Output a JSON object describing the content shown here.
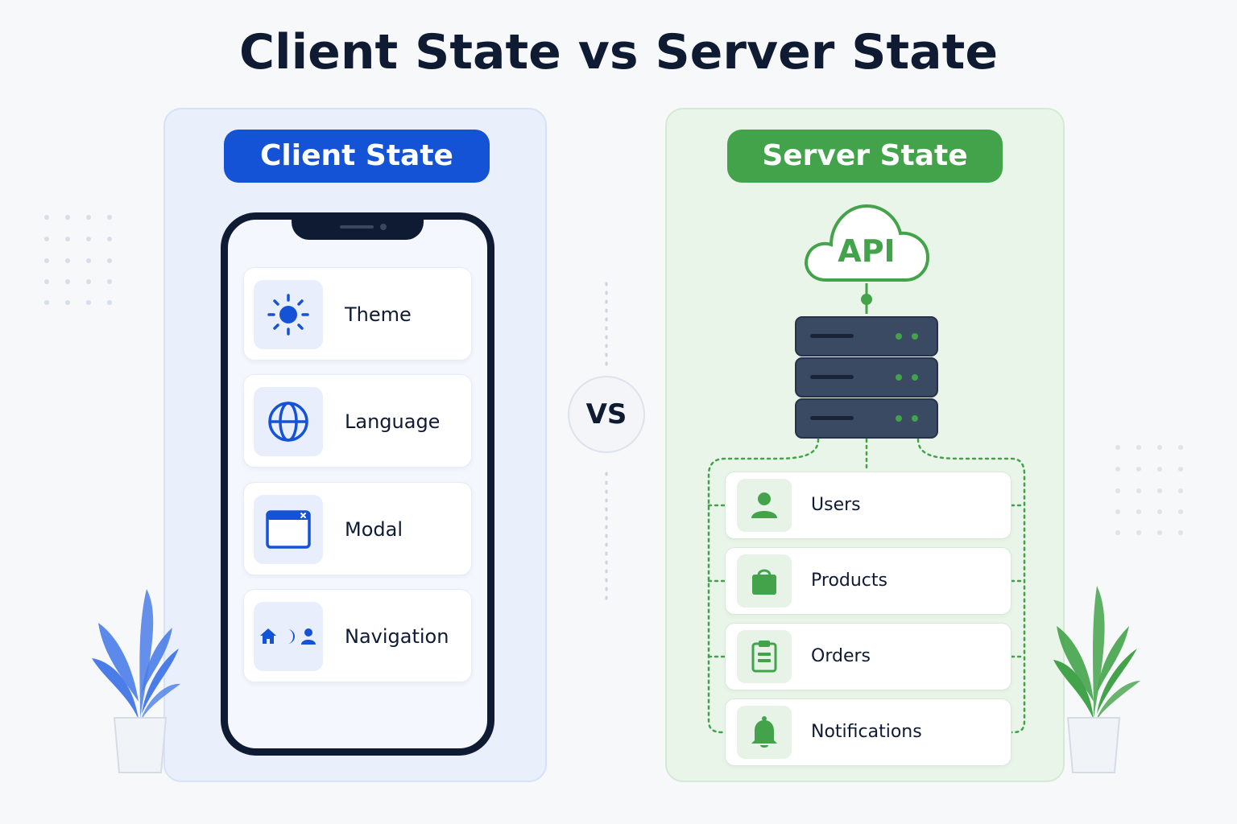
{
  "title": "Client State vs Server State",
  "client": {
    "badge": "Client State",
    "items": [
      {
        "label": "Theme",
        "icon": "sun-icon"
      },
      {
        "label": "Language",
        "icon": "globe-icon"
      },
      {
        "label": "Modal",
        "icon": "modal-window-icon"
      },
      {
        "label": "Navigation",
        "icon": "navigation-icons"
      }
    ]
  },
  "vs": "VS",
  "server": {
    "badge": "Server State",
    "cloud_label": "API",
    "items": [
      {
        "label": "Users",
        "icon": "user-icon"
      },
      {
        "label": "Products",
        "icon": "shopping-bag-icon"
      },
      {
        "label": "Orders",
        "icon": "clipboard-icon"
      },
      {
        "label": "Notifications",
        "icon": "bell-icon"
      }
    ]
  },
  "colors": {
    "client_accent": "#1553d6",
    "server_accent": "#43a34a",
    "dark": "#0f1b33",
    "server_rack": "#3b4a63"
  }
}
